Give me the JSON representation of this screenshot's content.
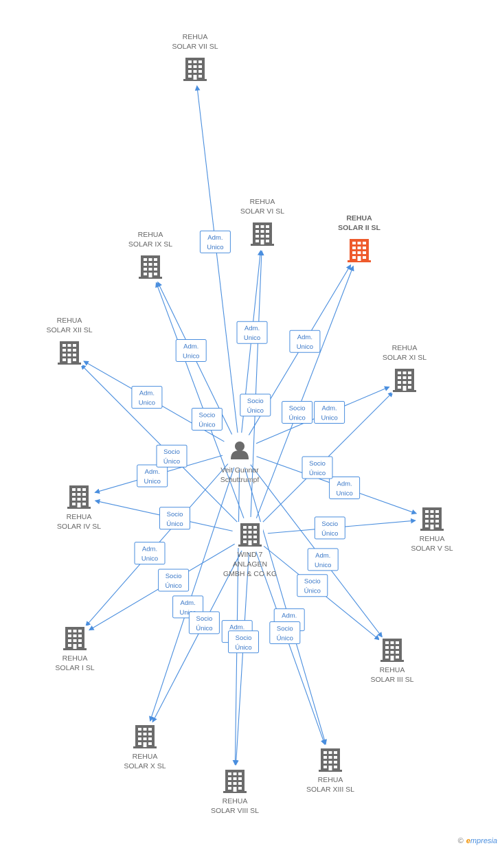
{
  "colors": {
    "edge": "#4a8ede",
    "node": "#6b6b6b",
    "highlight": "#ee5a2c",
    "person": "#6b6b6b"
  },
  "nodes": [
    {
      "id": "vii",
      "lines": [
        "REHUA",
        "SOLAR VII SL"
      ],
      "icon": "building-icon"
    },
    {
      "id": "vi",
      "lines": [
        "REHUA",
        "SOLAR VI SL"
      ],
      "icon": "building-icon"
    },
    {
      "id": "ii",
      "lines": [
        "REHUA",
        "SOLAR II SL"
      ],
      "icon": "building-icon",
      "highlight": true
    },
    {
      "id": "ix",
      "lines": [
        "REHUA",
        "SOLAR IX SL"
      ],
      "icon": "building-icon"
    },
    {
      "id": "xii",
      "lines": [
        "REHUA",
        "SOLAR XII SL"
      ],
      "icon": "building-icon"
    },
    {
      "id": "xi",
      "lines": [
        "REHUA",
        "SOLAR XI SL"
      ],
      "icon": "building-icon"
    },
    {
      "id": "person",
      "lines": [
        "Veit Gunnar",
        "Schuttrumpf"
      ],
      "icon": "person-icon"
    },
    {
      "id": "iv",
      "lines": [
        "REHUA",
        "SOLAR IV SL"
      ],
      "icon": "building-icon"
    },
    {
      "id": "v",
      "lines": [
        "REHUA",
        "SOLAR V SL"
      ],
      "icon": "building-icon"
    },
    {
      "id": "wind",
      "lines": [
        "WIND 7",
        "ANLAGEN",
        "GMBH & CO KG"
      ],
      "icon": "building-icon"
    },
    {
      "id": "i",
      "lines": [
        "REHUA",
        "SOLAR I SL"
      ],
      "icon": "building-icon"
    },
    {
      "id": "iii",
      "lines": [
        "REHUA",
        "SOLAR III SL"
      ],
      "icon": "building-icon"
    },
    {
      "id": "x",
      "lines": [
        "REHUA",
        "SOLAR X SL"
      ],
      "icon": "building-icon"
    },
    {
      "id": "viii",
      "lines": [
        "REHUA",
        "SOLAR VIII SL"
      ],
      "icon": "building-icon"
    },
    {
      "id": "xiii",
      "lines": [
        "REHUA",
        "SOLAR XIII SL"
      ],
      "icon": "building-icon"
    }
  ],
  "edges": [
    {
      "from": "person",
      "to": "vii",
      "lines": [
        "Adm.",
        "Unico"
      ]
    },
    {
      "from": "person",
      "to": "ix",
      "lines": [
        "Adm.",
        "Unico"
      ]
    },
    {
      "from": "person",
      "to": "vi",
      "lines": [
        "Adm.",
        "Unico"
      ]
    },
    {
      "from": "person",
      "to": "ii",
      "lines": [
        "Adm.",
        "Unico"
      ]
    },
    {
      "from": "person",
      "to": "xii",
      "lines": [
        "Adm.",
        "Unico"
      ]
    },
    {
      "from": "person",
      "to": "xi",
      "lines": [
        "Adm.",
        "Unico"
      ]
    },
    {
      "from": "person",
      "to": "iv",
      "lines": [
        "Adm.",
        "Unico"
      ]
    },
    {
      "from": "person",
      "to": "v",
      "lines": [
        "Adm.",
        "Unico"
      ]
    },
    {
      "from": "person",
      "to": "i",
      "lines": [
        "Adm.",
        "Unico"
      ]
    },
    {
      "from": "person",
      "to": "iii",
      "lines": [
        "Adm.",
        "Unico"
      ]
    },
    {
      "from": "person",
      "to": "x",
      "lines": [
        "Adm.",
        "Unico"
      ]
    },
    {
      "from": "person",
      "to": "viii",
      "lines": [
        "Adm.",
        "Unico"
      ]
    },
    {
      "from": "person",
      "to": "xiii",
      "lines": [
        "Adm.",
        "Unico"
      ]
    },
    {
      "from": "wind",
      "to": "ix",
      "lines": [
        "Socio",
        "Único"
      ]
    },
    {
      "from": "wind",
      "to": "vi",
      "lines": [
        "Socio",
        "Único"
      ]
    },
    {
      "from": "wind",
      "to": "ii",
      "lines": [
        "Socio",
        "Único"
      ]
    },
    {
      "from": "wind",
      "to": "xii",
      "lines": [
        "Socio",
        "Único"
      ]
    },
    {
      "from": "wind",
      "to": "xi",
      "lines": [
        "Socio",
        "Único"
      ]
    },
    {
      "from": "wind",
      "to": "iv",
      "lines": [
        "Socio",
        "Único"
      ]
    },
    {
      "from": "wind",
      "to": "v",
      "lines": [
        "Socio",
        "Único"
      ]
    },
    {
      "from": "wind",
      "to": "i",
      "lines": [
        "Socio",
        "Único"
      ]
    },
    {
      "from": "wind",
      "to": "iii",
      "lines": [
        "Socio",
        "Único"
      ]
    },
    {
      "from": "wind",
      "to": "x",
      "lines": [
        "Socio",
        "Único"
      ]
    },
    {
      "from": "wind",
      "to": "viii",
      "lines": [
        "Socio",
        "Único"
      ]
    },
    {
      "from": "wind",
      "to": "xiii",
      "lines": [
        "Socio",
        "Único"
      ]
    }
  ],
  "footer": {
    "copyright": "©",
    "brand_initial": "e",
    "brand_rest": "mpresia"
  }
}
